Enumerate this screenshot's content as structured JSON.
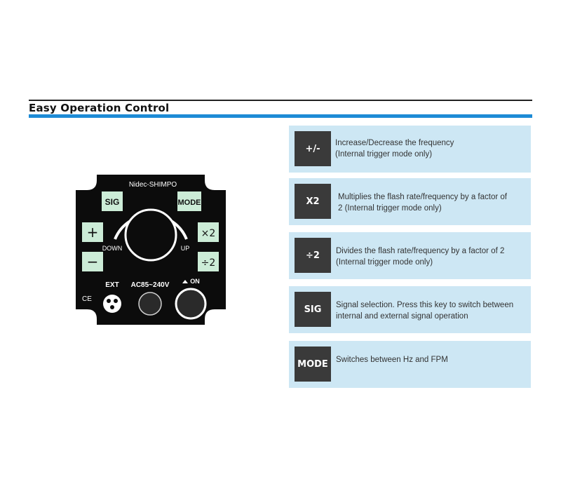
{
  "section": {
    "title": "Easy Operation Control"
  },
  "colors": {
    "accent": "#1d8bd6",
    "row_bg": "#cde7f4",
    "key_bg": "#3a3a3a",
    "panel_bg": "#0c0c0c"
  },
  "panel": {
    "brand": "Nidec-SHIMPO",
    "sig": "SIG",
    "mode": "MODE",
    "plus": "+",
    "minus": "−",
    "x2": "×2",
    "div2": "÷2",
    "down": "DOWN",
    "up": "UP",
    "ext": "EXT",
    "power": "AC85~240V",
    "on": "ON",
    "ce": "CE"
  },
  "features": [
    {
      "key": "+/-",
      "lines": [
        "Increase/Decrease the frequency",
        "(Internal trigger mode only)"
      ]
    },
    {
      "key": "X2",
      "lines": [
        "Multiplies the flash rate/frequency by a factor of",
        "2 (Internal trigger mode only)"
      ]
    },
    {
      "key": "÷2",
      "lines": [
        "Divides the flash rate/frequency by a factor of 2",
        "(Internal trigger mode only)"
      ]
    },
    {
      "key": "SIG",
      "lines": [
        "Signal selection. Press this key to switch between",
        "internal and external signal operation"
      ]
    },
    {
      "key": "MODE",
      "lines": [
        "Switches between Hz and FPM"
      ]
    }
  ]
}
